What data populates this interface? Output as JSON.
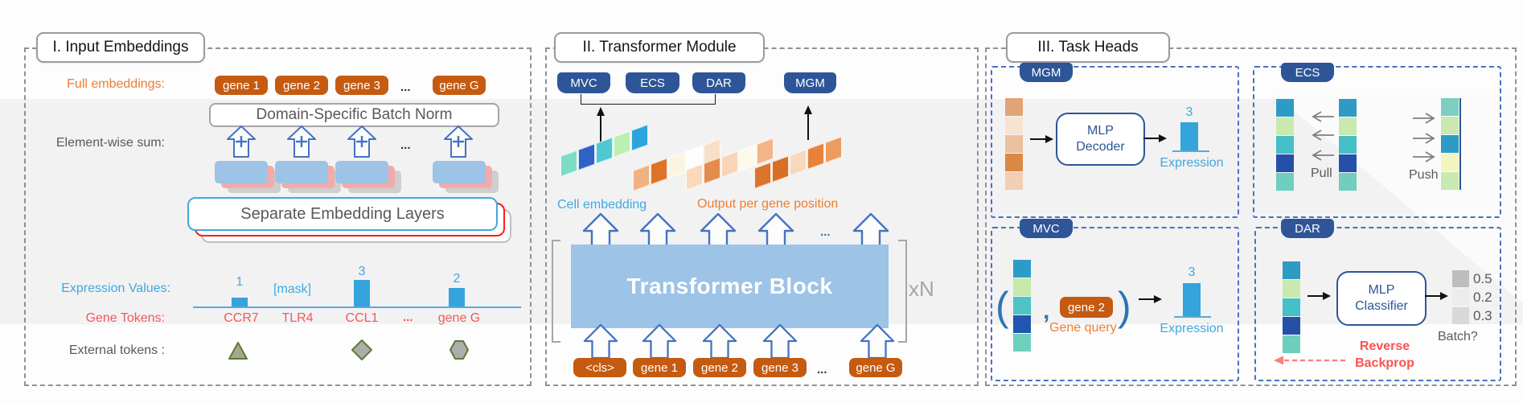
{
  "colors": {
    "tab_blue": "#2E5597",
    "chip_orange": "#C55A11",
    "label_orange": "#ED7D31",
    "label_blue": "#3FA9DC",
    "label_red": "#F2595B",
    "label_gray": "#595959",
    "arrow_blue": "#4472C4",
    "block_blue": "#9DC3E6",
    "bar_blue": "#35A3DC",
    "backprop_red": "#FB5252"
  },
  "panel1": {
    "title": "I. Input Embeddings",
    "row_labels": {
      "full_embeddings": "Full embeddings:",
      "element_wise_sum": "Element-wise sum:",
      "expression_values": "Expression Values:",
      "gene_tokens": "Gene Tokens:",
      "external_tokens": "External tokens :"
    },
    "chips": [
      "gene 1",
      "gene 2",
      "gene 3",
      "gene G"
    ],
    "dots": "...",
    "batch_norm_label": "Domain-Specific Batch Norm",
    "separate_embedding_label": "Separate Embedding Layers",
    "mask_label": "[mask]",
    "chart_data": {
      "type": "bar",
      "genes": [
        "CCR7",
        "TLR4",
        "CCL1",
        "gene G"
      ],
      "values": [
        "1",
        "[mask]",
        "3",
        "2"
      ],
      "bar_color": "#35A3DC"
    },
    "external_token_shapes": [
      "triangle",
      "diamond",
      "hexagon"
    ]
  },
  "panel2": {
    "title": "II. Transformer Module",
    "tabs": [
      "MVC",
      "ECS",
      "DAR"
    ],
    "mgm_tab": "MGM",
    "cell_embedding_label": "Cell embedding",
    "output_label": "Output per gene position",
    "block_label": "Transformer Block",
    "repeat_label": "xN",
    "dots": "...",
    "input_chips": [
      "<cls>",
      "gene 1",
      "gene 2",
      "gene 3",
      "gene G"
    ],
    "strips": [
      [
        "#7EDCC6",
        "#2E62C8",
        "#4EC8D2",
        "#BCF0B2",
        "#2EA4DC"
      ],
      [
        "#F2B183",
        "#DD7427",
        "#FBF4E0",
        "#FEFEFC",
        "#F8DFC8"
      ],
      [
        "#FAD9BD",
        "#E48C4E",
        "#F8D5B8",
        "#FDF9EC",
        "#F2B488"
      ],
      [
        "#DB752C",
        "#D96E26",
        "#F8D8BC",
        "#E8823A",
        "#ED9C5E"
      ]
    ]
  },
  "panel3": {
    "title": "III. Task Heads",
    "mgm": {
      "tab": "MGM",
      "column": [
        "#E2A375",
        "#F7E3D2",
        "#EBC09C",
        "#D98943",
        "#F2CFB2"
      ],
      "decoder_label": [
        "MLP",
        "Decoder"
      ],
      "value": "3",
      "value_label": "Expression"
    },
    "ecs": {
      "tab": "ECS",
      "col_anchor": [
        "#2E9BC4",
        "#C9E9B0",
        "#45BFC8",
        "#2450A8",
        "#6FCEBE"
      ],
      "col_pull": [
        "#2E9BC4",
        "#C9E9B0",
        "#45BFC8",
        "#2450A8",
        "#6FCEBE"
      ],
      "col_push": [
        "#7CCEC0",
        "#C9E9B0",
        "#2E9BC4",
        "#F2F5C0",
        "#C9E9B0"
      ],
      "pull_label": "Pull",
      "push_label": "Push"
    },
    "mvc": {
      "tab": "MVC",
      "column": [
        "#2D9BC8",
        "#C5E8AC",
        "#4EC3C8",
        "#2257B0",
        "#6FD0BE"
      ],
      "open_paren": "(",
      "comma": ",",
      "gene_chip": "gene 2",
      "close_paren": ")",
      "gene_query_label": "Gene query",
      "value": "3",
      "value_label": "Expression"
    },
    "dar": {
      "tab": "DAR",
      "column": [
        "#2E9BC4",
        "#C9E9B0",
        "#45BFC8",
        "#2450A8",
        "#6FCEBE"
      ],
      "classifier_label": [
        "MLP",
        "Classifier"
      ],
      "batch_values": [
        "0.5",
        "0.2",
        "0.3"
      ],
      "batch_colors": [
        "#BDBDBD",
        "#ECECEC",
        "#D8D8D8"
      ],
      "batch_label": "Batch?",
      "backprop_label": [
        "Reverse",
        "Backprop"
      ]
    }
  }
}
